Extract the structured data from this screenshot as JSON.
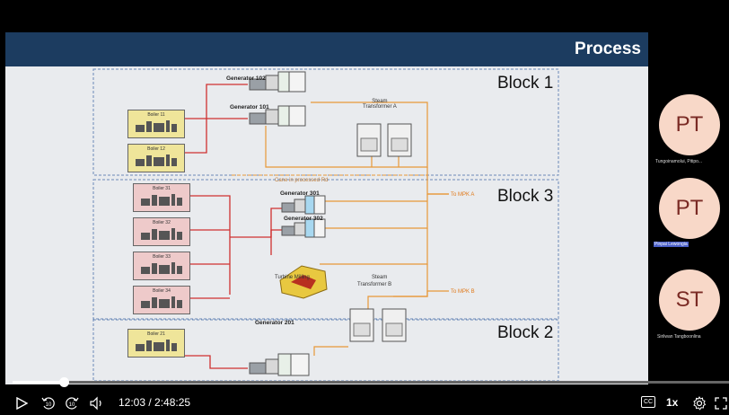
{
  "slide": {
    "title": "Process",
    "blocks": [
      "Block 1",
      "Block 3",
      "Block 2"
    ],
    "generators": [
      "Generator 102",
      "Generator 101",
      "Generator 301",
      "Generator 302",
      "Generator 201"
    ],
    "boilers": {
      "block1": [
        "Boiler 11",
        "Boiler 12"
      ],
      "block3": [
        "Boiler 31",
        "Boiler 32",
        "Boiler 33",
        "Boiler 34"
      ],
      "block2": [
        "Boiler 21"
      ]
    },
    "steam_transformer_a": "Steam\nTransformer A",
    "steam_transformer_b_line1": "Steam",
    "steam_transformer_b_line2": "Transformer B",
    "turbine_milling": "Turbine Milling",
    "to_mpk_a": "To MPK A",
    "to_mpk_b": "To MPK B",
    "orange_dashed_label": "Cane in processed Rd",
    "colors": {
      "header": "#1c3c60",
      "red_line": "#d03030",
      "orange_line": "#e89838",
      "block_border": "#6a8ab8"
    }
  },
  "participants": [
    {
      "initials": "PT",
      "name": "Tungoinamolui, Pitipo...",
      "highlighted": false
    },
    {
      "initials": "PT",
      "name": "Pinpai Lewongia",
      "highlighted": true
    },
    {
      "initials": "ST",
      "name": "Sirilwan Tangboonlina",
      "highlighted": false
    }
  ],
  "player": {
    "current_time": "12:03",
    "duration": "2:48:25",
    "time_display": "12:03 / 2:48:25",
    "progress_fraction": 0.0714,
    "speed": "1x",
    "skip_back": "10",
    "skip_forward": "10",
    "cc_label": "CC",
    "icons": [
      "play-icon",
      "skip-back-10-icon",
      "skip-forward-10-icon",
      "volume-icon",
      "captions-icon",
      "settings-icon",
      "fullscreen-icon"
    ]
  }
}
